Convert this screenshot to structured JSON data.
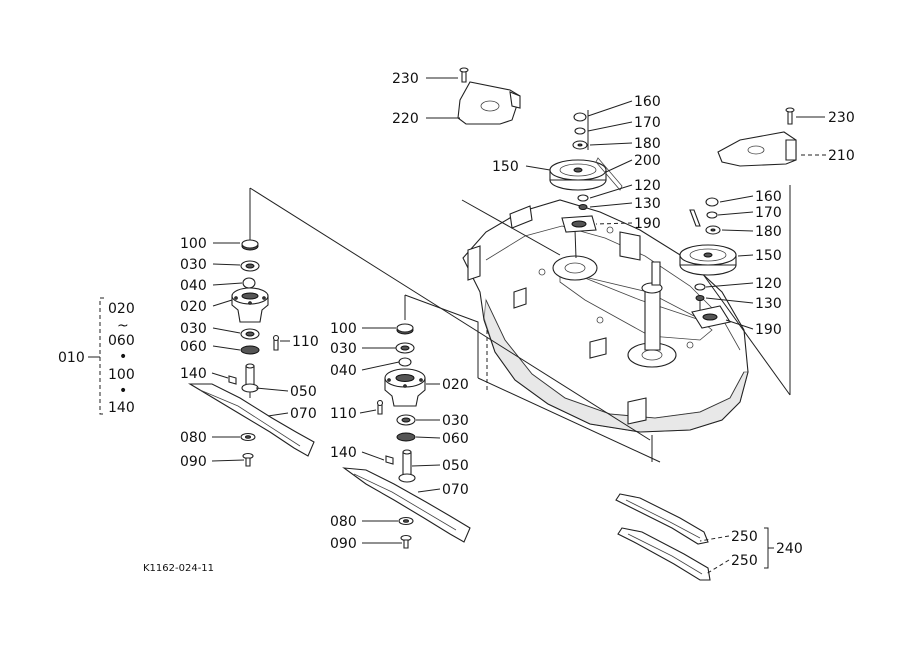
{
  "callouts": [
    {
      "key": "c230a",
      "text": "230"
    },
    {
      "key": "c220",
      "text": "220"
    },
    {
      "key": "c160a",
      "text": "160"
    },
    {
      "key": "c170a",
      "text": "170"
    },
    {
      "key": "c180a",
      "text": "180"
    },
    {
      "key": "c150a",
      "text": "150"
    },
    {
      "key": "c200",
      "text": "200"
    },
    {
      "key": "c120a",
      "text": "120"
    },
    {
      "key": "c130a",
      "text": "130"
    },
    {
      "key": "c190a",
      "text": "190"
    },
    {
      "key": "c230b",
      "text": "230"
    },
    {
      "key": "c210",
      "text": "210"
    },
    {
      "key": "c160b",
      "text": "160"
    },
    {
      "key": "c170b",
      "text": "170"
    },
    {
      "key": "c180b",
      "text": "180"
    },
    {
      "key": "c150b",
      "text": "150"
    },
    {
      "key": "c120b",
      "text": "120"
    },
    {
      "key": "c130b",
      "text": "130"
    },
    {
      "key": "c190b",
      "text": "190"
    },
    {
      "key": "l100",
      "text": "100"
    },
    {
      "key": "l030a",
      "text": "030"
    },
    {
      "key": "l040",
      "text": "040"
    },
    {
      "key": "l020",
      "text": "020"
    },
    {
      "key": "l030b",
      "text": "030"
    },
    {
      "key": "l060",
      "text": "060"
    },
    {
      "key": "l110",
      "text": "110"
    },
    {
      "key": "l140",
      "text": "140"
    },
    {
      "key": "l050",
      "text": "050"
    },
    {
      "key": "l070",
      "text": "070"
    },
    {
      "key": "l080",
      "text": "080"
    },
    {
      "key": "l090",
      "text": "090"
    },
    {
      "key": "m100",
      "text": "100"
    },
    {
      "key": "m030a",
      "text": "030"
    },
    {
      "key": "m040",
      "text": "040"
    },
    {
      "key": "m020",
      "text": "020"
    },
    {
      "key": "m110",
      "text": "110"
    },
    {
      "key": "m030b",
      "text": "030"
    },
    {
      "key": "m060",
      "text": "060"
    },
    {
      "key": "m140",
      "text": "140"
    },
    {
      "key": "m050",
      "text": "050"
    },
    {
      "key": "m070",
      "text": "070"
    },
    {
      "key": "m080",
      "text": "080"
    },
    {
      "key": "m090",
      "text": "090"
    },
    {
      "key": "b250a",
      "text": "250"
    },
    {
      "key": "b250b",
      "text": "250"
    },
    {
      "key": "b240",
      "text": "240"
    }
  ],
  "group_010": {
    "label": "010",
    "items": [
      "020",
      "~",
      "060",
      "•",
      "100",
      "•",
      "140"
    ]
  },
  "reference": "K1162-024-11"
}
